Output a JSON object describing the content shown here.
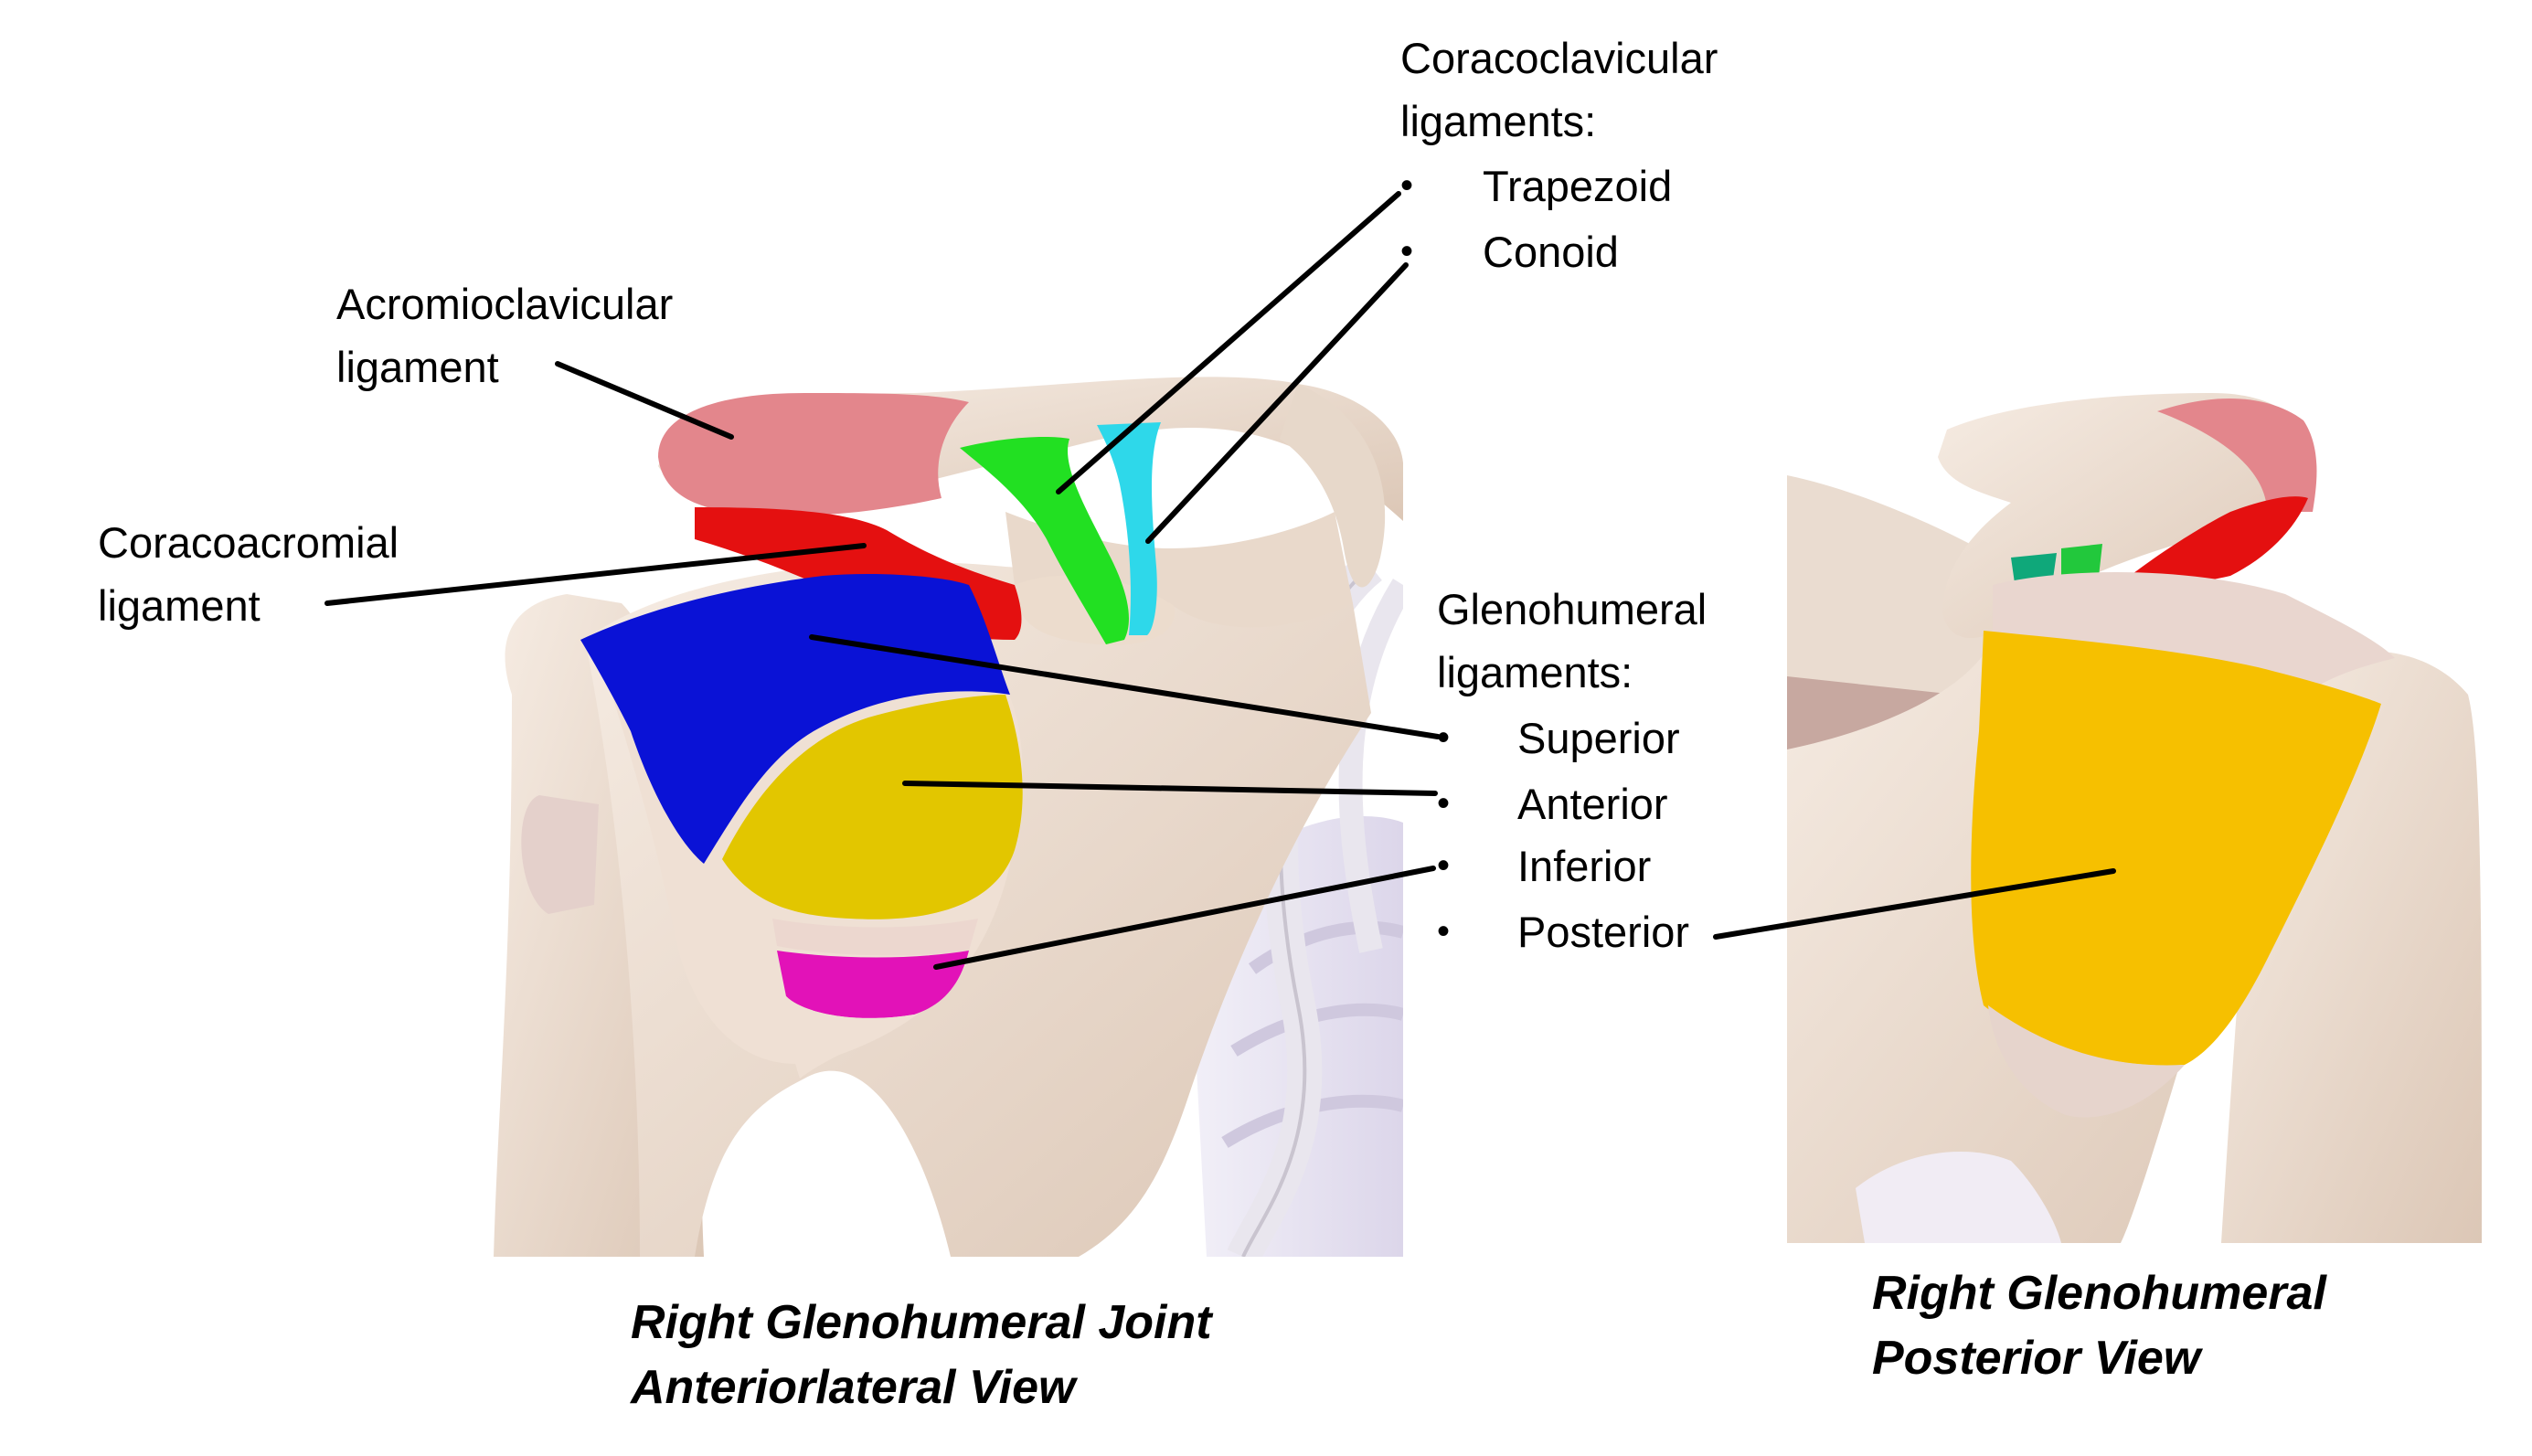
{
  "labels": {
    "acromioclavicular": [
      "Acromioclavicular",
      "ligament"
    ],
    "coracoacromial": [
      "Coracoacromial",
      "ligament"
    ],
    "coracoclavicular": {
      "heading": [
        "Coracoclavicular",
        "ligaments:"
      ],
      "items": [
        "Trapezoid",
        "Conoid"
      ]
    },
    "glenohumeral": {
      "heading": [
        "Glenohumeral",
        "ligaments:"
      ],
      "items": [
        "Superior",
        "Anterior",
        "Inferior",
        "Posterior"
      ]
    },
    "bullet": "•"
  },
  "captions": {
    "anterior": [
      "Right Glenohumeral Joint",
      "Anteriorlateral View"
    ],
    "posterior": [
      "Right Glenohumeral",
      "Posterior View"
    ]
  },
  "colors": {
    "bone": "#efe2d6",
    "bone_shade": "#d8c3b2",
    "acromioclavicular": "#e0868c",
    "coracoacromial": "#e01010",
    "trapezoid": "#22e022",
    "conoid": "#28d8e8",
    "superior": "#0a12d8",
    "anterior": "#e0c400",
    "inferior": "#e010b8",
    "posterior": "#f5c000",
    "posterior_view_trapezoid": "#0fa87a",
    "background_rib": "#e6e2f0"
  }
}
